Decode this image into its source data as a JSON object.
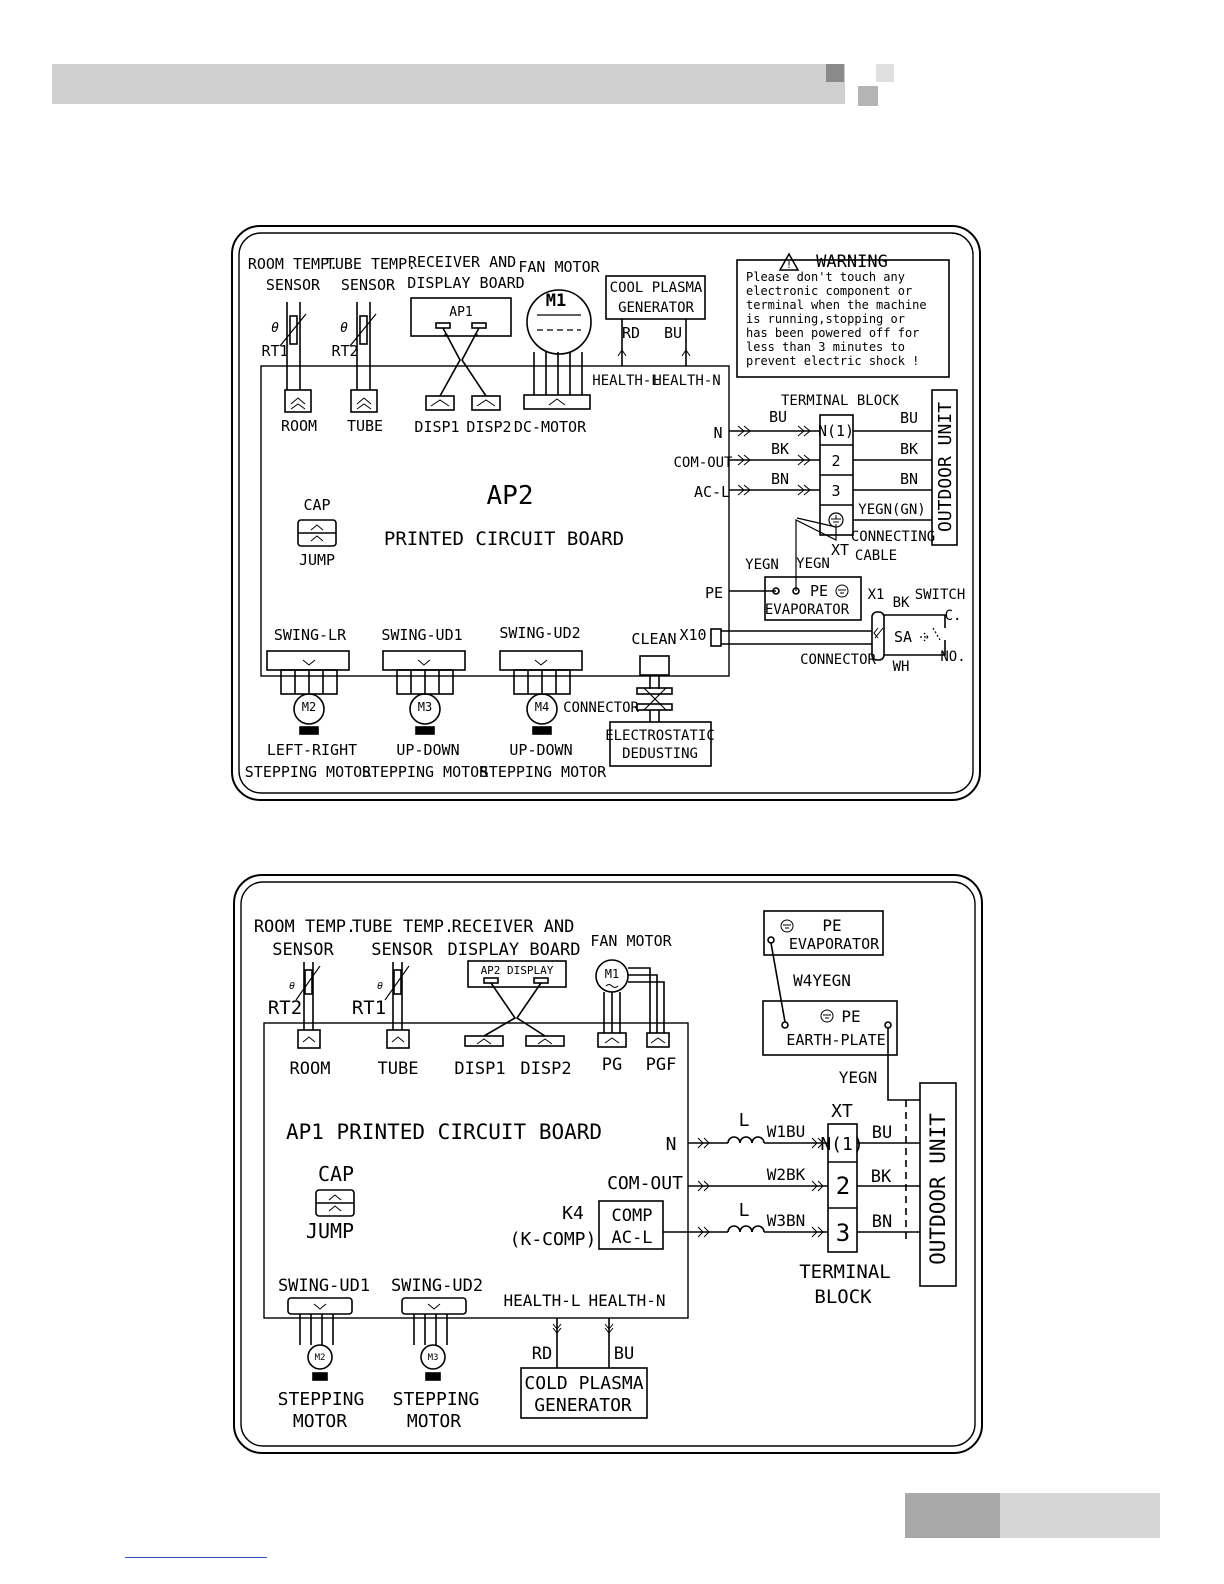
{
  "colors": {
    "header_bar": "#cfcfcf",
    "footer_dark": "#a8a8a8",
    "footer_light": "#d6d6d6",
    "link_line": "#3355cc"
  },
  "diagram1": {
    "room_temp_sensor": [
      "ROOM TEMP.",
      "SENSOR"
    ],
    "tube_temp_sensor": [
      "TUBE TEMP.",
      "SENSOR"
    ],
    "receiver_board": [
      "RECEIVER AND",
      "DISPLAY BOARD"
    ],
    "fan_motor": "FAN MOTOR",
    "m1": "M1",
    "ap1": "AP1",
    "rt1": "RT1",
    "rt2": "RT2",
    "cool_plasma": [
      "COOL PLASMA",
      "GENERATOR"
    ],
    "rd": "RD",
    "bu": "BU",
    "health_l": "HEALTH-L",
    "health_n": "HEALTH-N",
    "warning_title": "WARNING",
    "warning_lines": [
      "Please don't touch any",
      "electronic component or",
      "terminal when the machine",
      "is running,stopping or",
      "has been powered off for",
      "less than 3 minutes to",
      "prevent electric shock !"
    ],
    "room": "ROOM",
    "tube": "TUBE",
    "disp1": "DISP1",
    "disp2": "DISP2",
    "dc_motor": "DC-MOTOR",
    "terminal_block": "TERMINAL BLOCK",
    "n": "N",
    "com_out": "COM-OUT",
    "ac_l": "AC-L",
    "wire_bu": "BU",
    "wire_bk": "BK",
    "wire_bn": "BN",
    "t1": "N(1)",
    "t2": "2",
    "t3": "3",
    "yegn_gn": "YEGN(GN)",
    "connecting_cable": [
      "CONNECTING",
      "CABLE"
    ],
    "outdoor_unit": "OUTDOOR UNIT",
    "xt": "XT",
    "ap2": "AP2",
    "pcb": "PRINTED CIRCUIT BOARD",
    "cap": "CAP",
    "jump": "JUMP",
    "yegn": "YEGN",
    "pe": "PE",
    "evaporator": "EVAPORATOR",
    "x1": "X1",
    "bk": "BK",
    "switch": "SWITCH",
    "c": "C.",
    "sa": "SA",
    "no": "NO.",
    "wh": "WH",
    "x10": "X10",
    "clean": "CLEAN",
    "connector": "CONNECTOR",
    "swing_lr": "SWING-LR",
    "swing_ud1": "SWING-UD1",
    "swing_ud2": "SWING-UD2",
    "m2": "M2",
    "m3": "M3",
    "m4": "M4",
    "left_right": "LEFT-RIGHT",
    "up_down": "UP-DOWN",
    "stepping_motor": "STEPPING MOTOR",
    "electrostatic": [
      "ELECTROSTATIC",
      "DEDUSTING"
    ]
  },
  "diagram2": {
    "room_temp_sensor": [
      "ROOM TEMP.",
      "SENSOR"
    ],
    "tube_temp_sensor": [
      "TUBE TEMP.",
      "SENSOR"
    ],
    "receiver_board": [
      "RECEIVER AND",
      "DISPLAY BOARD"
    ],
    "fan_motor": "FAN MOTOR",
    "m1": "M1",
    "ap2_display": "AP2   DISPLAY",
    "rt2": "RT2",
    "rt1": "RT1",
    "room": "ROOM",
    "tube": "TUBE",
    "disp1": "DISP1",
    "disp2": "DISP2",
    "pg": "PG",
    "pgf": "PGF",
    "pe": "PE",
    "evaporator": "EVAPORATOR",
    "w4yegn": "W4YEGN",
    "earth_plate": "EARTH-PLATE",
    "yegn": "YEGN",
    "pcb": "AP1  PRINTED  CIRCUIT  BOARD",
    "n": "N",
    "l": "L",
    "w1bu": "W1BU",
    "com_out": "COM-OUT",
    "w2bk": "W2BK",
    "w3bn": "W3BN",
    "xt": "XT",
    "t1": "N(1)",
    "t2": "2",
    "t3": "3",
    "bu": "BU",
    "bk": "BK",
    "bn": "BN",
    "outdoor_unit": "OUTDOOR UNIT",
    "terminal_block": [
      "TERMINAL",
      "BLOCK"
    ],
    "k4": "K4",
    "k_comp": "(K-COMP)",
    "comp": "COMP",
    "ac_l": "AC-L",
    "cap": "CAP",
    "jump": "JUMP",
    "swing_ud1": "SWING-UD1",
    "swing_ud2": "SWING-UD2",
    "health_l": "HEALTH-L",
    "health_n": "HEALTH-N",
    "rd": "RD",
    "bu2": "BU",
    "cold_plasma": [
      "COLD PLASMA",
      "GENERATOR"
    ],
    "m2": "M2",
    "m3": "M3",
    "stepping": "STEPPING",
    "motor": "MOTOR"
  }
}
